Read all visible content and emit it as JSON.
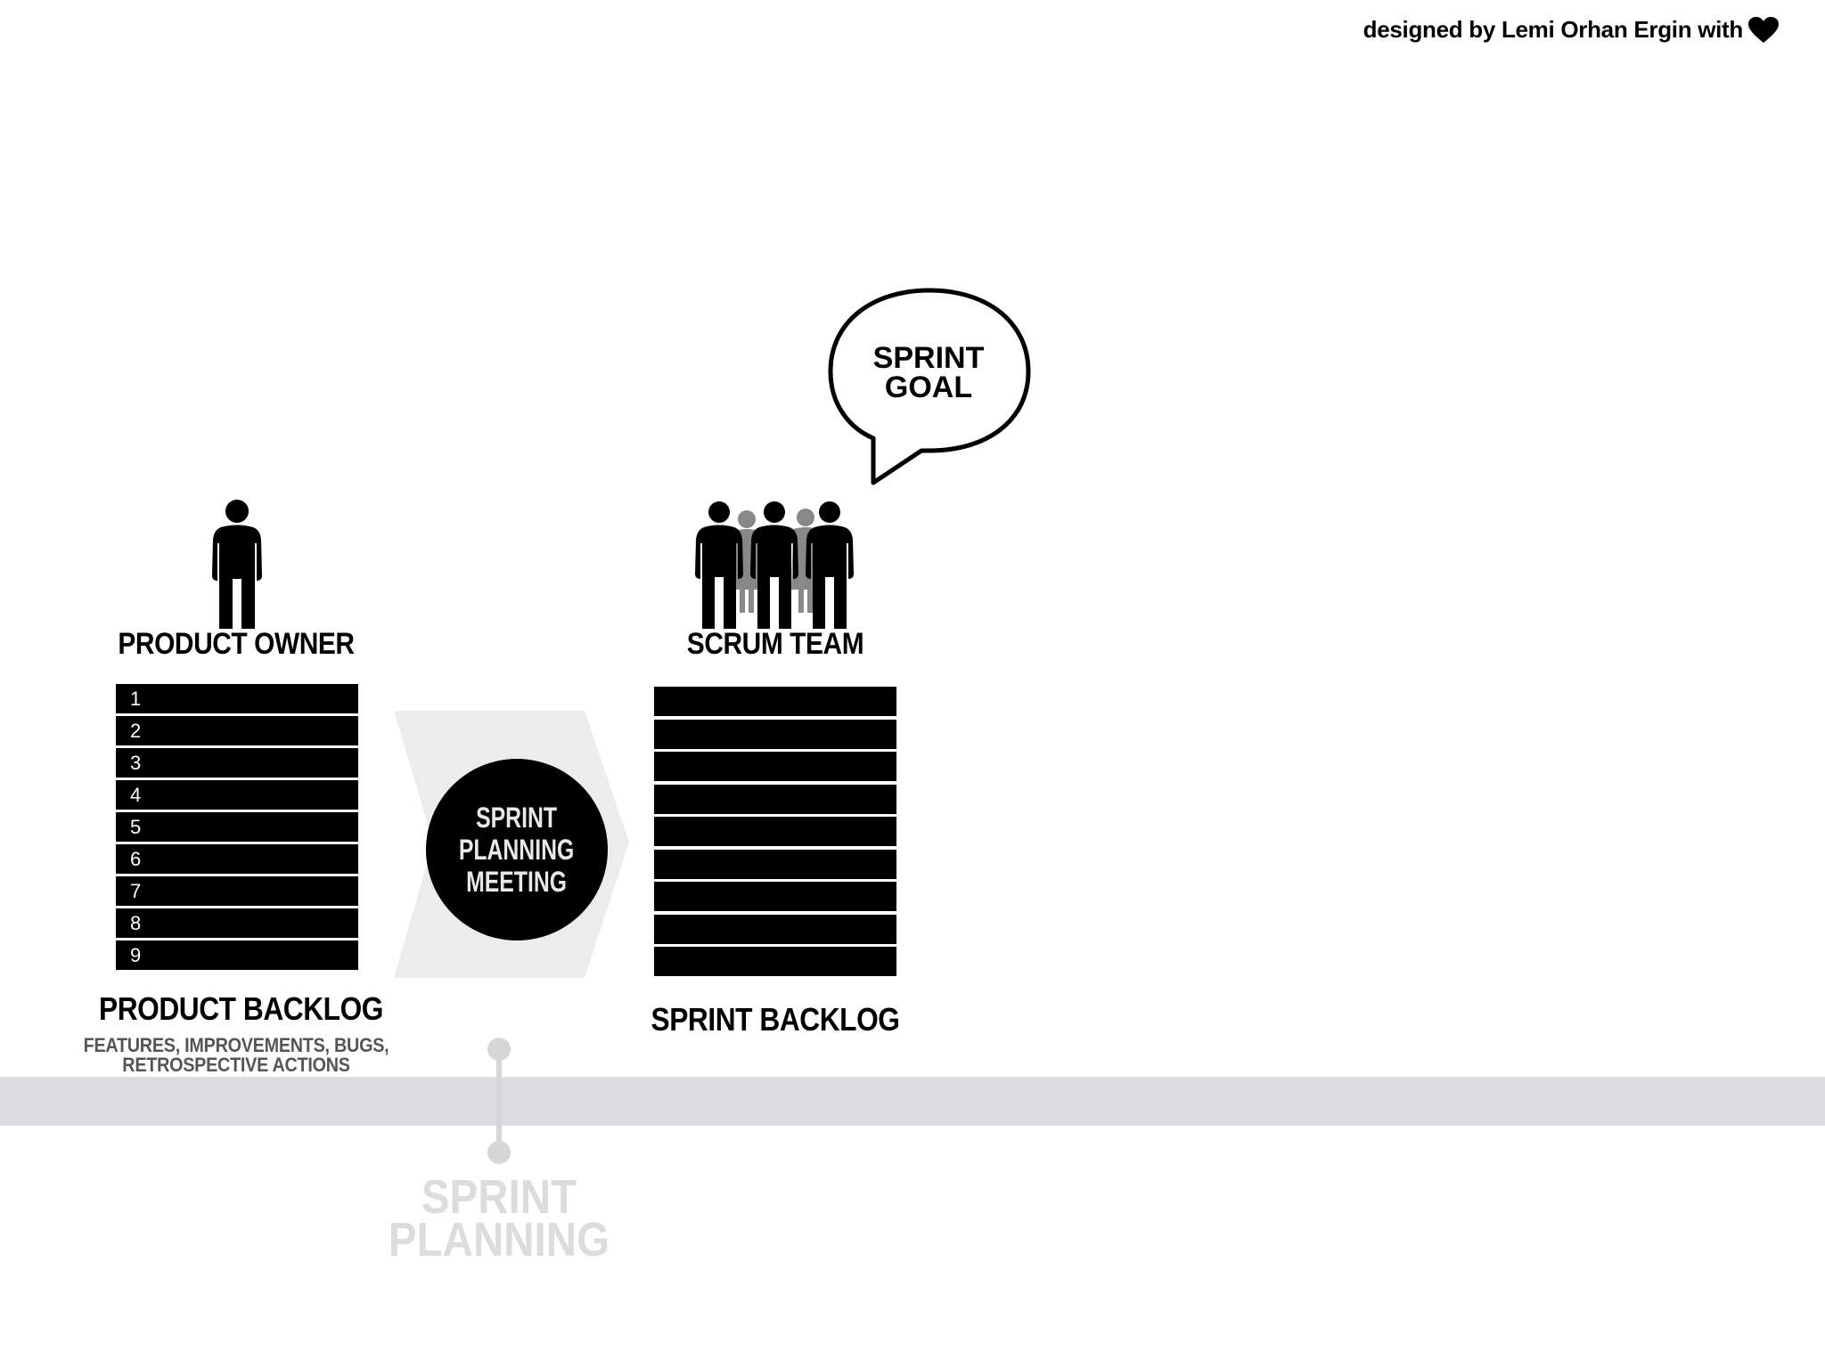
{
  "credit": {
    "text": "designed by Lemi Orhan Ergin with",
    "icon": "heart-icon"
  },
  "product_owner": {
    "label": "PRODUCT OWNER",
    "icon": "person-icon"
  },
  "scrum_team": {
    "label": "SCRUM TEAM",
    "icon": "team-icon"
  },
  "sprint_goal": {
    "line1": "SPRINT",
    "line2": "GOAL"
  },
  "product_backlog": {
    "items": [
      "1",
      "2",
      "3",
      "4",
      "5",
      "6",
      "7",
      "8",
      "9"
    ],
    "title": "PRODUCT BACKLOG",
    "subtitle_line1": "FEATURES, IMPROVEMENTS, BUGS,",
    "subtitle_line2": "RETROSPECTIVE ACTIONS"
  },
  "meeting": {
    "line1": "SPRINT",
    "line2": "PLANNING",
    "line3": "MEETING"
  },
  "sprint_backlog": {
    "row_count": 9,
    "title": "SPRINT BACKLOG"
  },
  "timeline": {
    "event_line1": "SPRINT",
    "event_line2": "PLANNING"
  },
  "colors": {
    "ink": "#000000",
    "muted": "#555555",
    "timeline": "#dcdcdf",
    "arrow": "#ececec",
    "team_back": "#888888"
  }
}
